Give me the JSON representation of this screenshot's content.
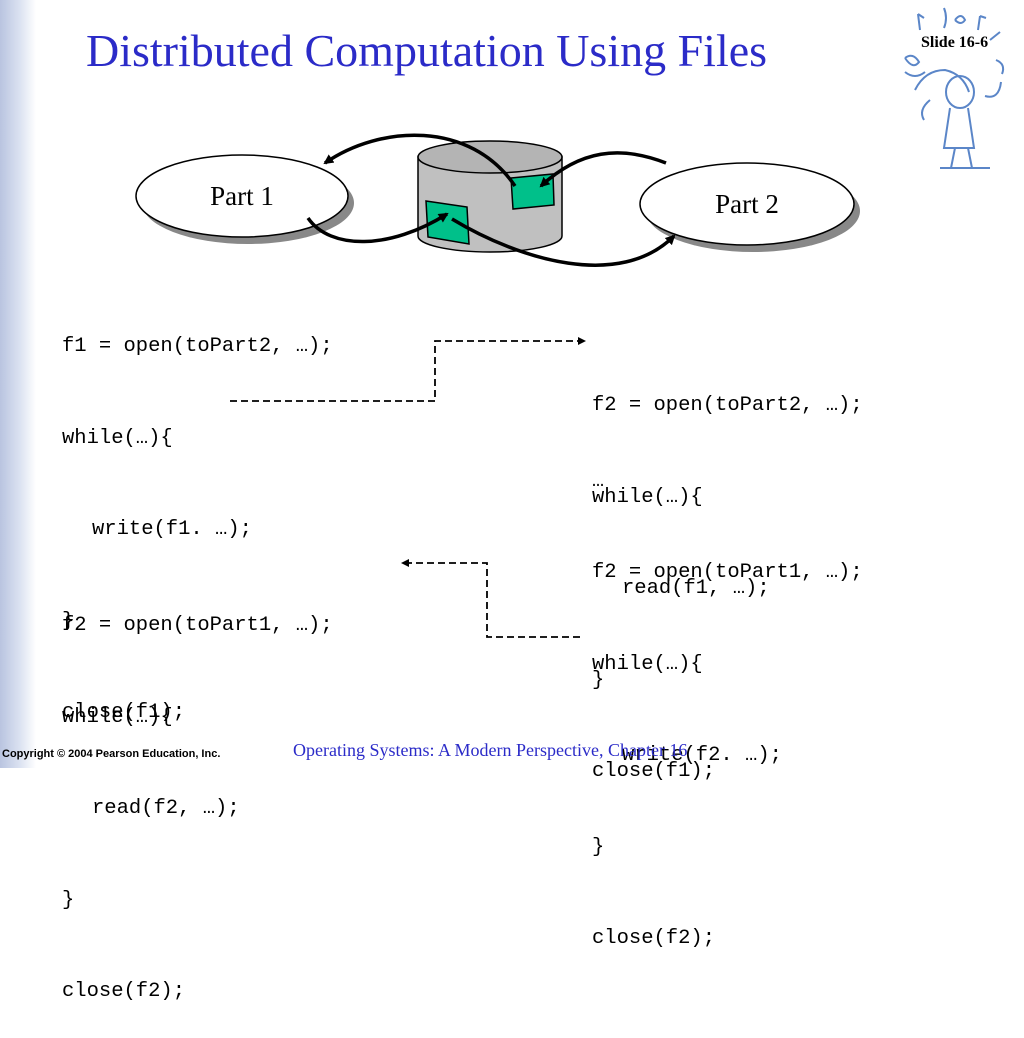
{
  "slide": {
    "title": "Distributed Computation Using Files",
    "slide_number": "Slide 16-6",
    "copyright": "Copyright © 2004 Pearson Education, Inc.",
    "footer": "Operating Systems: A Modern Perspective, Chapter 16"
  },
  "diagram": {
    "part1_label": "Part 1",
    "part2_label": "Part 2",
    "colors": {
      "file_fill": "#00c08a",
      "disk_fill": "#c0c0c0",
      "title": "#2b2bc8"
    },
    "icons": [
      "disk-cylinder-icon",
      "file-icon",
      "music-person-clipart"
    ]
  },
  "code": {
    "part1_top": [
      "f1 = open(toPart2, …);",
      "while(…){",
      "write(f1. …);",
      "}",
      "close(f1);"
    ],
    "part2_top": [
      "f2 = open(toPart2, …);",
      "while(…){",
      "read(f1, …);",
      "}",
      "close(f1);"
    ],
    "part2_ellipsis": "…",
    "part2_bottom": [
      "f2 = open(toPart1, …);",
      "while(…){",
      "write(f2. …);",
      "}",
      "close(f2);"
    ],
    "part1_bottom": [
      "f2 = open(toPart1, …);",
      "while(…){",
      "read(f2, …);",
      "}",
      "close(f2);"
    ]
  }
}
